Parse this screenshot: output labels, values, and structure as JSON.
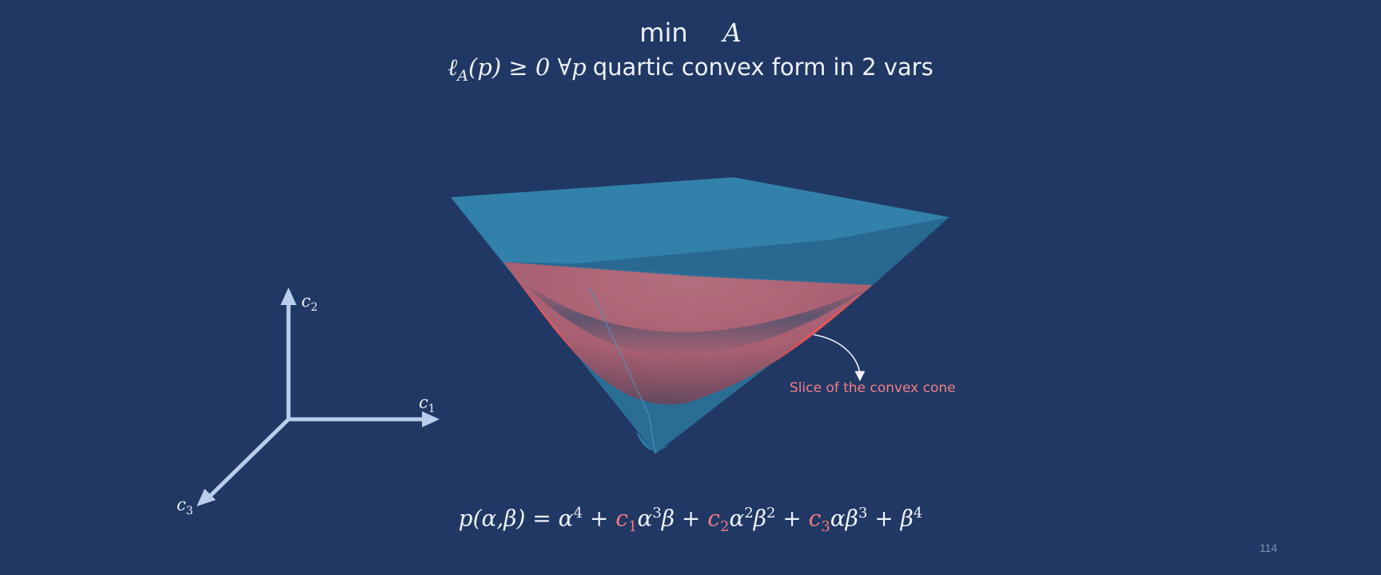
{
  "title": {
    "operator": "min",
    "variable": "A"
  },
  "constraint": {
    "functional": "ℓ",
    "functional_sub": "A",
    "argument": "(p) ≥ 0 ∀p",
    "description": "quartic convex form in 2 vars"
  },
  "annotation": "Slice of the convex cone",
  "axes": [
    {
      "name": "c",
      "sub": "1"
    },
    {
      "name": "c",
      "sub": "2"
    },
    {
      "name": "c",
      "sub": "3"
    }
  ],
  "formula": {
    "lhs": "p(α,β) = α",
    "t1_exp": "4",
    "plus": "+",
    "c1": "c",
    "c1_sub": "1",
    "t2_a": "α",
    "t2_a_exp": "3",
    "t2_b": "β",
    "c2": "c",
    "c2_sub": "2",
    "t3_a": "α",
    "t3_a_exp": "2",
    "t3_b": "β",
    "t3_b_exp": "2",
    "c3": "c",
    "c3_sub": "3",
    "t4_a": "α",
    "t4_b": "β",
    "t4_b_exp": "3",
    "t5": "β",
    "t5_exp": "4"
  },
  "page_number": "114",
  "colors": {
    "background": "#213864",
    "cone": "#2f7ba5",
    "slice": "#e8545a",
    "axis": "#b9cdec",
    "accent": "#f07a80"
  }
}
